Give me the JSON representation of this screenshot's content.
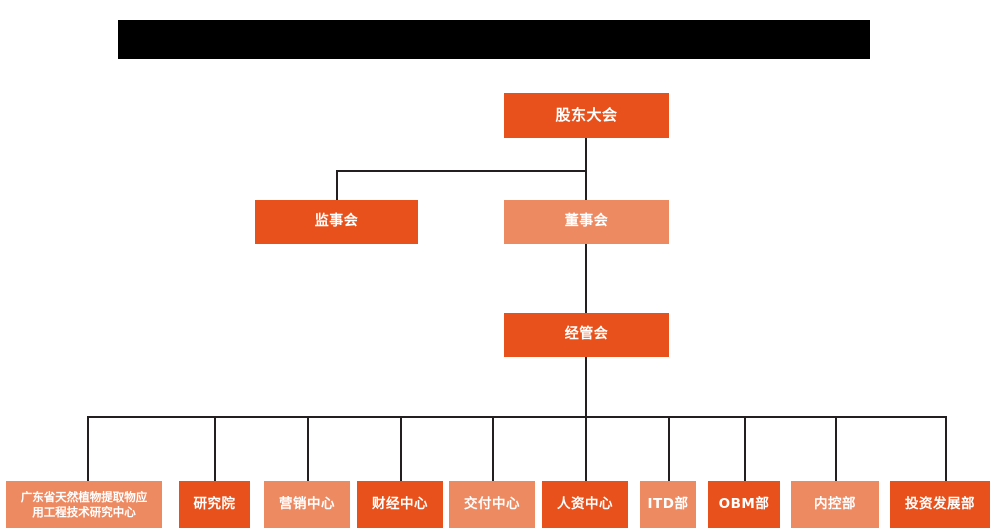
{
  "title_banner": {
    "name": "redacted-title-bar",
    "visible_text": ""
  },
  "colors": {
    "primary": "#E8511B",
    "secondary": "#ED8A62",
    "connector": "#231f20",
    "background": "#ffffff",
    "banner": "#000000",
    "text": "#ffffff"
  },
  "chart_data": {
    "type": "org-chart",
    "title": "",
    "levels": 4,
    "nodes": [
      {
        "id": "shareholders",
        "label": "股东大会",
        "level": 1,
        "style": "primary"
      },
      {
        "id": "supervisors",
        "label": "监事会",
        "level": 2,
        "style": "primary"
      },
      {
        "id": "directors",
        "label": "董事会",
        "level": 2,
        "style": "secondary"
      },
      {
        "id": "management",
        "label": "经管会",
        "level": 3,
        "style": "primary"
      },
      {
        "id": "dept-1",
        "label": "广东省天然植物提取物应用工程技术研究中心",
        "level": 4,
        "style": "secondary"
      },
      {
        "id": "dept-2",
        "label": "研究院",
        "level": 4,
        "style": "primary"
      },
      {
        "id": "dept-3",
        "label": "营销中心",
        "level": 4,
        "style": "secondary"
      },
      {
        "id": "dept-4",
        "label": "财经中心",
        "level": 4,
        "style": "primary"
      },
      {
        "id": "dept-5",
        "label": "交付中心",
        "level": 4,
        "style": "secondary"
      },
      {
        "id": "dept-6",
        "label": "人资中心",
        "level": 4,
        "style": "primary"
      },
      {
        "id": "dept-7",
        "label": "ITD部",
        "level": 4,
        "style": "secondary"
      },
      {
        "id": "dept-8",
        "label": "OBM部",
        "level": 4,
        "style": "primary"
      },
      {
        "id": "dept-9",
        "label": "内控部",
        "level": 4,
        "style": "secondary"
      },
      {
        "id": "dept-10",
        "label": "投资发展部",
        "level": 4,
        "style": "primary"
      }
    ],
    "edges": [
      {
        "from": "shareholders",
        "to": "supervisors"
      },
      {
        "from": "shareholders",
        "to": "directors"
      },
      {
        "from": "directors",
        "to": "management"
      },
      {
        "from": "management",
        "to": "dept-1"
      },
      {
        "from": "management",
        "to": "dept-2"
      },
      {
        "from": "management",
        "to": "dept-3"
      },
      {
        "from": "management",
        "to": "dept-4"
      },
      {
        "from": "management",
        "to": "dept-5"
      },
      {
        "from": "management",
        "to": "dept-6"
      },
      {
        "from": "management",
        "to": "dept-7"
      },
      {
        "from": "management",
        "to": "dept-8"
      },
      {
        "from": "management",
        "to": "dept-9"
      },
      {
        "from": "management",
        "to": "dept-10"
      }
    ]
  },
  "nodes": {
    "shareholders": {
      "label": "股东大会"
    },
    "supervisors": {
      "label": "监事会"
    },
    "directors": {
      "label": "董事会"
    },
    "management": {
      "label": "经管会"
    },
    "dept1": {
      "line1": "广东省天然植物提取物应",
      "line2": "用工程技术研究中心"
    },
    "dept2": {
      "label": "研究院"
    },
    "dept3": {
      "label": "营销中心"
    },
    "dept4": {
      "label": "财经中心"
    },
    "dept5": {
      "label": "交付中心"
    },
    "dept6": {
      "label": "人资中心"
    },
    "dept7": {
      "label": "ITD部"
    },
    "dept8": {
      "label": "OBM部"
    },
    "dept9": {
      "label": "内控部"
    },
    "dept10": {
      "label": "投资发展部"
    }
  }
}
